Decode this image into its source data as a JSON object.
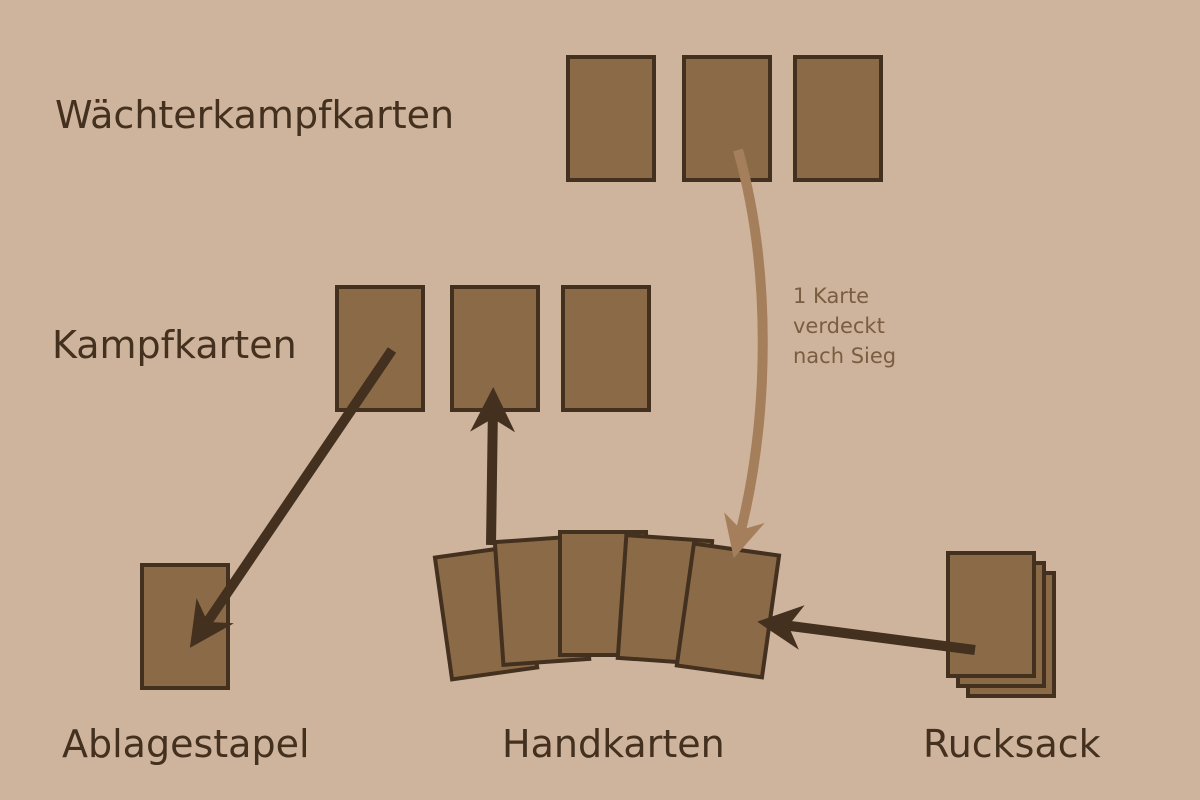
{
  "labels": {
    "guard_cards": "Wächterkampfkarten",
    "battle_cards": "Kampfkarten",
    "discard_pile": "Ablagestapel",
    "hand_cards": "Handkarten",
    "backpack": "Rucksack"
  },
  "annotation": {
    "line1": "1 Karte",
    "line2": "verdeckt",
    "line3": "nach Sieg"
  },
  "colors": {
    "background": "#cfb49d",
    "card_fill": "#8b6b47",
    "card_stroke": "#43301f",
    "dark_arrow": "#43301f",
    "light_arrow": "#a57f5b"
  }
}
